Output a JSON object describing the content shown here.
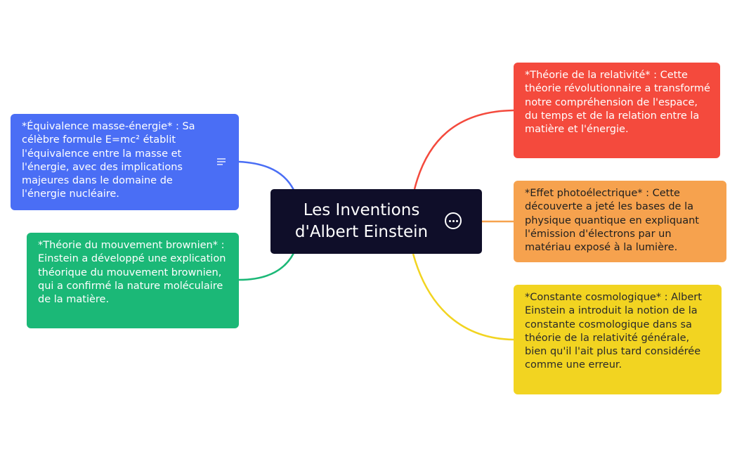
{
  "root": {
    "title": "Les Inventions d'Albert Einstein",
    "color": "#0f0e29",
    "more_icon": "more-options-icon"
  },
  "branches": {
    "left1": {
      "text": "*Équivalence masse-énergie* : Sa célèbre formule E=mc² établit l'équivalence entre la masse et l'énergie, avec des implications majeures dans le domaine de l'énergie nucléaire.",
      "color": "#4a6ef5",
      "icon": "notes-icon"
    },
    "left2": {
      "text": "*Théorie du mouvement brownien* : Einstein a développé une explication théorique du mouvement brownien, qui a confirmé la nature moléculaire de la matière.",
      "color": "#1bb877"
    },
    "right1": {
      "text": "*Théorie de la relativité* : Cette théorie révolutionnaire a transformé notre compréhension de l'espace, du temps et de la relation entre la matière et l'énergie.",
      "color": "#f44a3d"
    },
    "right2": {
      "text": "*Effet photoélectrique* : Cette découverte a jeté les bases de la physique quantique en expliquant l'émission d'électrons par un matériau exposé à la lumière.",
      "color": "#f6a24e"
    },
    "right3": {
      "text": "*Constante cosmologique* : Albert Einstein a introduit la notion de la constante cosmologique dans sa théorie de la relativité générale, bien qu'il l'ait plus tard considérée comme une erreur.",
      "color": "#f2d421"
    }
  }
}
